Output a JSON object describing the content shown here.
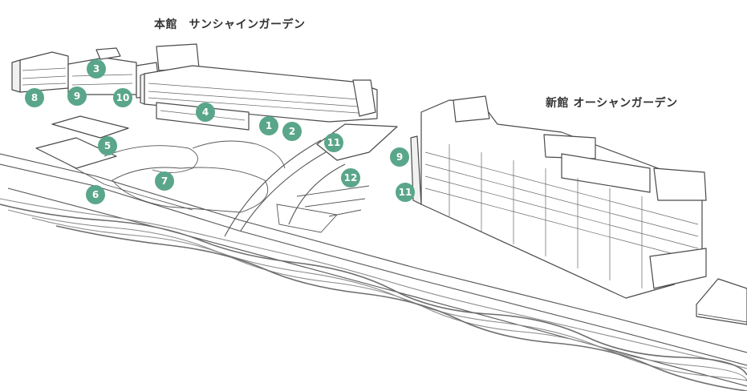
{
  "titles": {
    "main_building": "本館　サンシャインガーデン",
    "new_building": "新館 オーシャンガーデン"
  },
  "colors": {
    "marker_fill": "#5aa68a",
    "marker_text": "#ffffff",
    "line": "#4a4a4a"
  },
  "markers": [
    {
      "label": "1"
    },
    {
      "label": "2"
    },
    {
      "label": "3"
    },
    {
      "label": "4"
    },
    {
      "label": "5"
    },
    {
      "label": "6"
    },
    {
      "label": "7"
    },
    {
      "label": "8"
    },
    {
      "label": "9"
    },
    {
      "label": "10"
    },
    {
      "label": "11"
    },
    {
      "label": "12"
    },
    {
      "label": "9"
    },
    {
      "label": "11"
    }
  ]
}
